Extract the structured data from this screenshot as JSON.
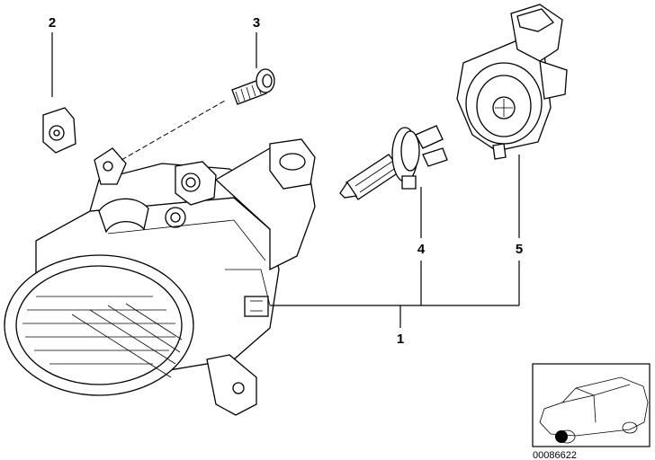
{
  "diagram": {
    "callouts": [
      {
        "id": "c1",
        "label": "1"
      },
      {
        "id": "c2",
        "label": "2"
      },
      {
        "id": "c3",
        "label": "3"
      },
      {
        "id": "c4",
        "label": "4"
      },
      {
        "id": "c5",
        "label": "5"
      }
    ],
    "reference_number": "00086622"
  }
}
